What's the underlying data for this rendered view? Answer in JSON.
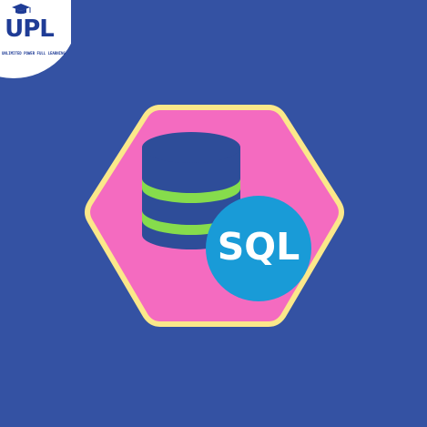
{
  "logo": {
    "text": "UPL",
    "tagline": "UNLIMITED POWER FULL LEARNING"
  },
  "badge": {
    "label": "SQL"
  },
  "icons": {
    "logo": "upl-logo-with-graduation-cap",
    "main": "database-icon",
    "badge": "sql-badge"
  },
  "colors": {
    "background": "#3452a3",
    "hexagon_fill": "#f46bc0",
    "hexagon_border": "#fbe88a",
    "database_body": "#2e4d99",
    "database_stripes": "#86dc4c",
    "badge_circle": "#199bd7",
    "logo_text": "#1f3c96"
  }
}
